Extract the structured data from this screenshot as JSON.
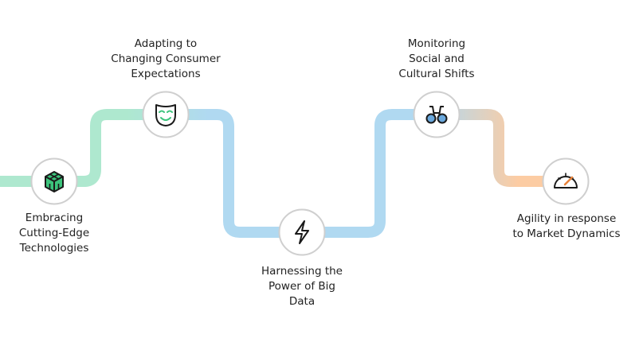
{
  "steps": [
    {
      "lines": [
        "Embracing",
        "Cutting-Edge",
        "Technologies"
      ],
      "icon": "cube-icon",
      "color": "#1aa36a"
    },
    {
      "lines": [
        "Adapting to",
        "Changing Consumer",
        "Expectations"
      ],
      "icon": "mask-icon",
      "color": "#3cc47c"
    },
    {
      "lines": [
        "Harnessing the",
        "Power of Big",
        "Data"
      ],
      "icon": "lightning-icon",
      "color": "#222222"
    },
    {
      "lines": [
        "Monitoring",
        "Social and",
        "Cultural Shifts"
      ],
      "icon": "binoculars-icon",
      "color": "#3b7fc4"
    },
    {
      "lines": [
        "Agility in response",
        "to Market Dynamics"
      ],
      "icon": "gauge-icon",
      "color": "#e8823a"
    }
  ],
  "colors": {
    "mint": "#aee8cf",
    "sky": "#b0d9f1",
    "peach": "#fccca3",
    "node_border": "#cfcfcf"
  }
}
